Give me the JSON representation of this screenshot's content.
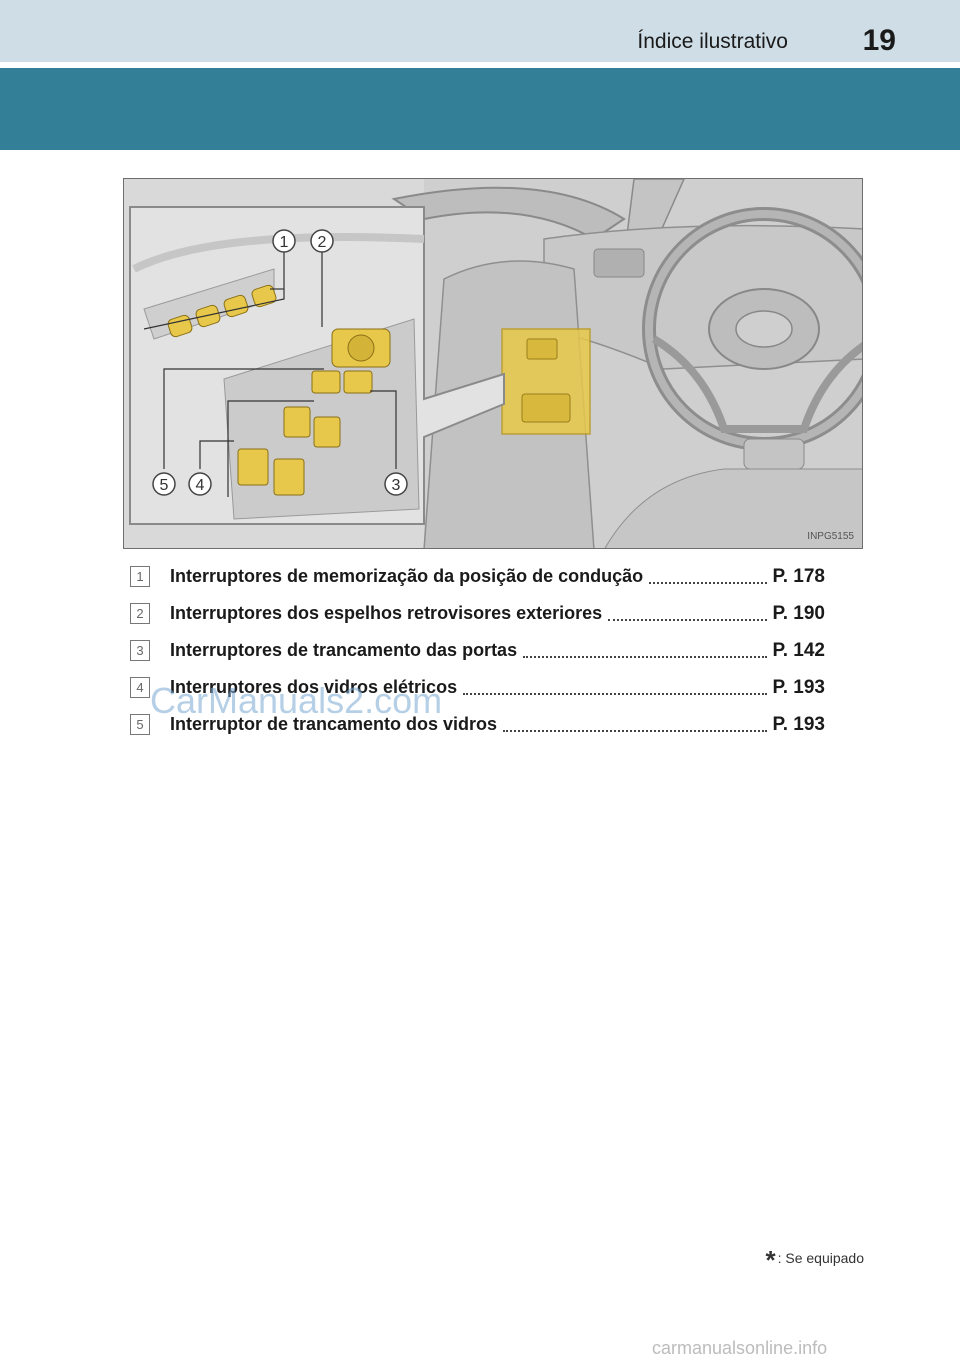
{
  "header": {
    "section_title": "Índice ilustrativo",
    "page_number": "19"
  },
  "figure": {
    "image_code": "INPG5155",
    "callouts": [
      "1",
      "2",
      "3",
      "4",
      "5"
    ]
  },
  "legend": [
    {
      "num": "1",
      "label": "Interruptores de memorização da posição de condução",
      "page": "P. 178"
    },
    {
      "num": "2",
      "label": "Interruptores dos espelhos retrovisores exteriores",
      "page": "P. 190"
    },
    {
      "num": "3",
      "label": "Interruptores de trancamento das portas",
      "page": "P. 142"
    },
    {
      "num": "4",
      "label": "Interruptores dos vidros elétricos",
      "page": "P. 193"
    },
    {
      "num": "5",
      "label": "Interruptor de trancamento dos vidros",
      "page": "P. 193"
    }
  ],
  "watermark": "CarManuals2.com",
  "footnote": {
    "symbol": "*",
    "text": ": Se equipado"
  },
  "footer_site": "carmanualsonline.info",
  "colors": {
    "header_light": "#cfdde6",
    "header_band": "#347f98",
    "highlight": "#e8c84a"
  }
}
